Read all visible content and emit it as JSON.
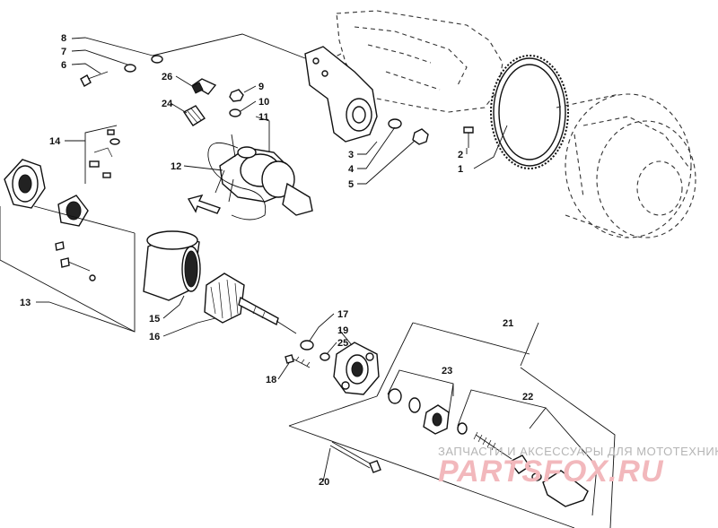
{
  "callouts": {
    "c1": "1",
    "c2": "2",
    "c3": "3",
    "c4": "4",
    "c5": "5",
    "c6": "6",
    "c7": "7",
    "c8": "8",
    "c9": "9",
    "c10": "10",
    "c11": "11",
    "c12": "12",
    "c13": "13",
    "c14": "14",
    "c15": "15",
    "c16": "16",
    "c17": "17",
    "c18": "18",
    "c19": "19",
    "c20": "20",
    "c21": "21",
    "c22": "22",
    "c23": "23",
    "c24": "24",
    "c25": "25",
    "c26": "26"
  },
  "watermark": {
    "tagline": "ЗАПЧАСТИ И АКСЕССУАРЫ ДЛЯ МОТОТЕХНИКИ",
    "logo": "PARTSFOX.RU"
  }
}
